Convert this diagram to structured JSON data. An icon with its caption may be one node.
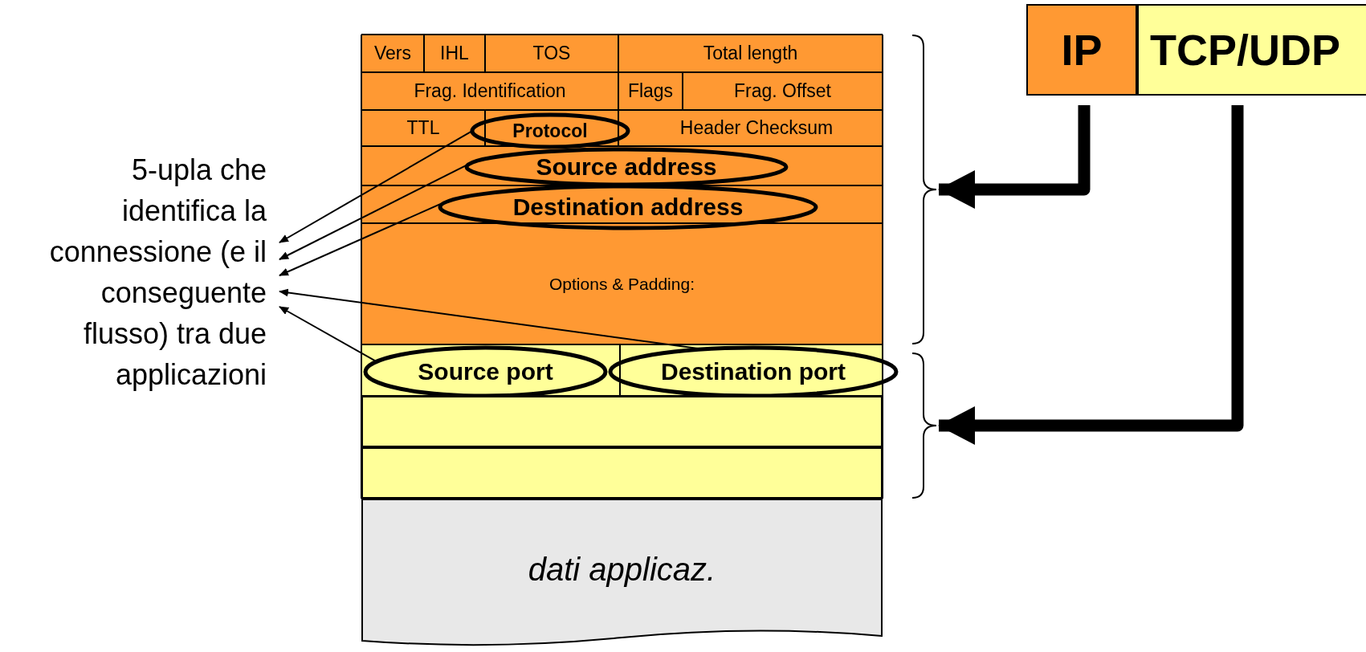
{
  "diagram": {
    "nodes": [
      {
        "text": [
          "Vers"
        ]
      },
      {
        "text": [
          "IHL"
        ]
      },
      {
        "text": [
          "TOS"
        ]
      },
      {
        "text": [
          "Total length"
        ]
      },
      {
        "text": [
          "Frag. Identification"
        ]
      },
      {
        "text": [
          "Flags"
        ]
      },
      {
        "text": [
          "Frag. Offset"
        ]
      },
      {
        "text": [
          "TTL"
        ]
      },
      {
        "text": [
          "Protocol"
        ]
      },
      {
        "text": [
          "Header Checksum"
        ]
      },
      {
        "text": [
          "Source address"
        ]
      },
      {
        "text": [
          "Destination address"
        ]
      },
      {
        "text": [
          "Options & Padding:"
        ]
      },
      {
        "text": [
          "Source port"
        ]
      },
      {
        "text": [
          "Destination port"
        ]
      },
      {
        "text": [],
        "shape": "box"
      },
      {
        "text": [],
        "shape": "box"
      },
      {
        "text": [
          "dati applicaz."
        ]
      },
      {
        "text": [
          "5-upla che identifica la connessione (e il conseguente flusso) tra due applicazioni"
        ]
      },
      {
        "text": [],
        "shape": "brace"
      },
      {
        "text": [],
        "shape": "brace"
      },
      {
        "text": [
          "IP"
        ]
      },
      {
        "text": [
          "TCP/UDP"
        ]
      }
    ],
    "edges": [
      {
        "from": 8,
        "to": 18,
        "arrow": "to"
      },
      {
        "from": 10,
        "to": 18,
        "arrow": "to"
      },
      {
        "from": 11,
        "to": 18,
        "arrow": "to"
      },
      {
        "from": 14,
        "to": 18,
        "arrow": "to"
      },
      {
        "from": 13,
        "to": 18,
        "arrow": "to"
      },
      {
        "from": 21,
        "to": 19,
        "arrow": "to",
        "style": "thick"
      },
      {
        "from": 22,
        "to": 20,
        "arrow": "to",
        "style": "thick"
      }
    ]
  }
}
